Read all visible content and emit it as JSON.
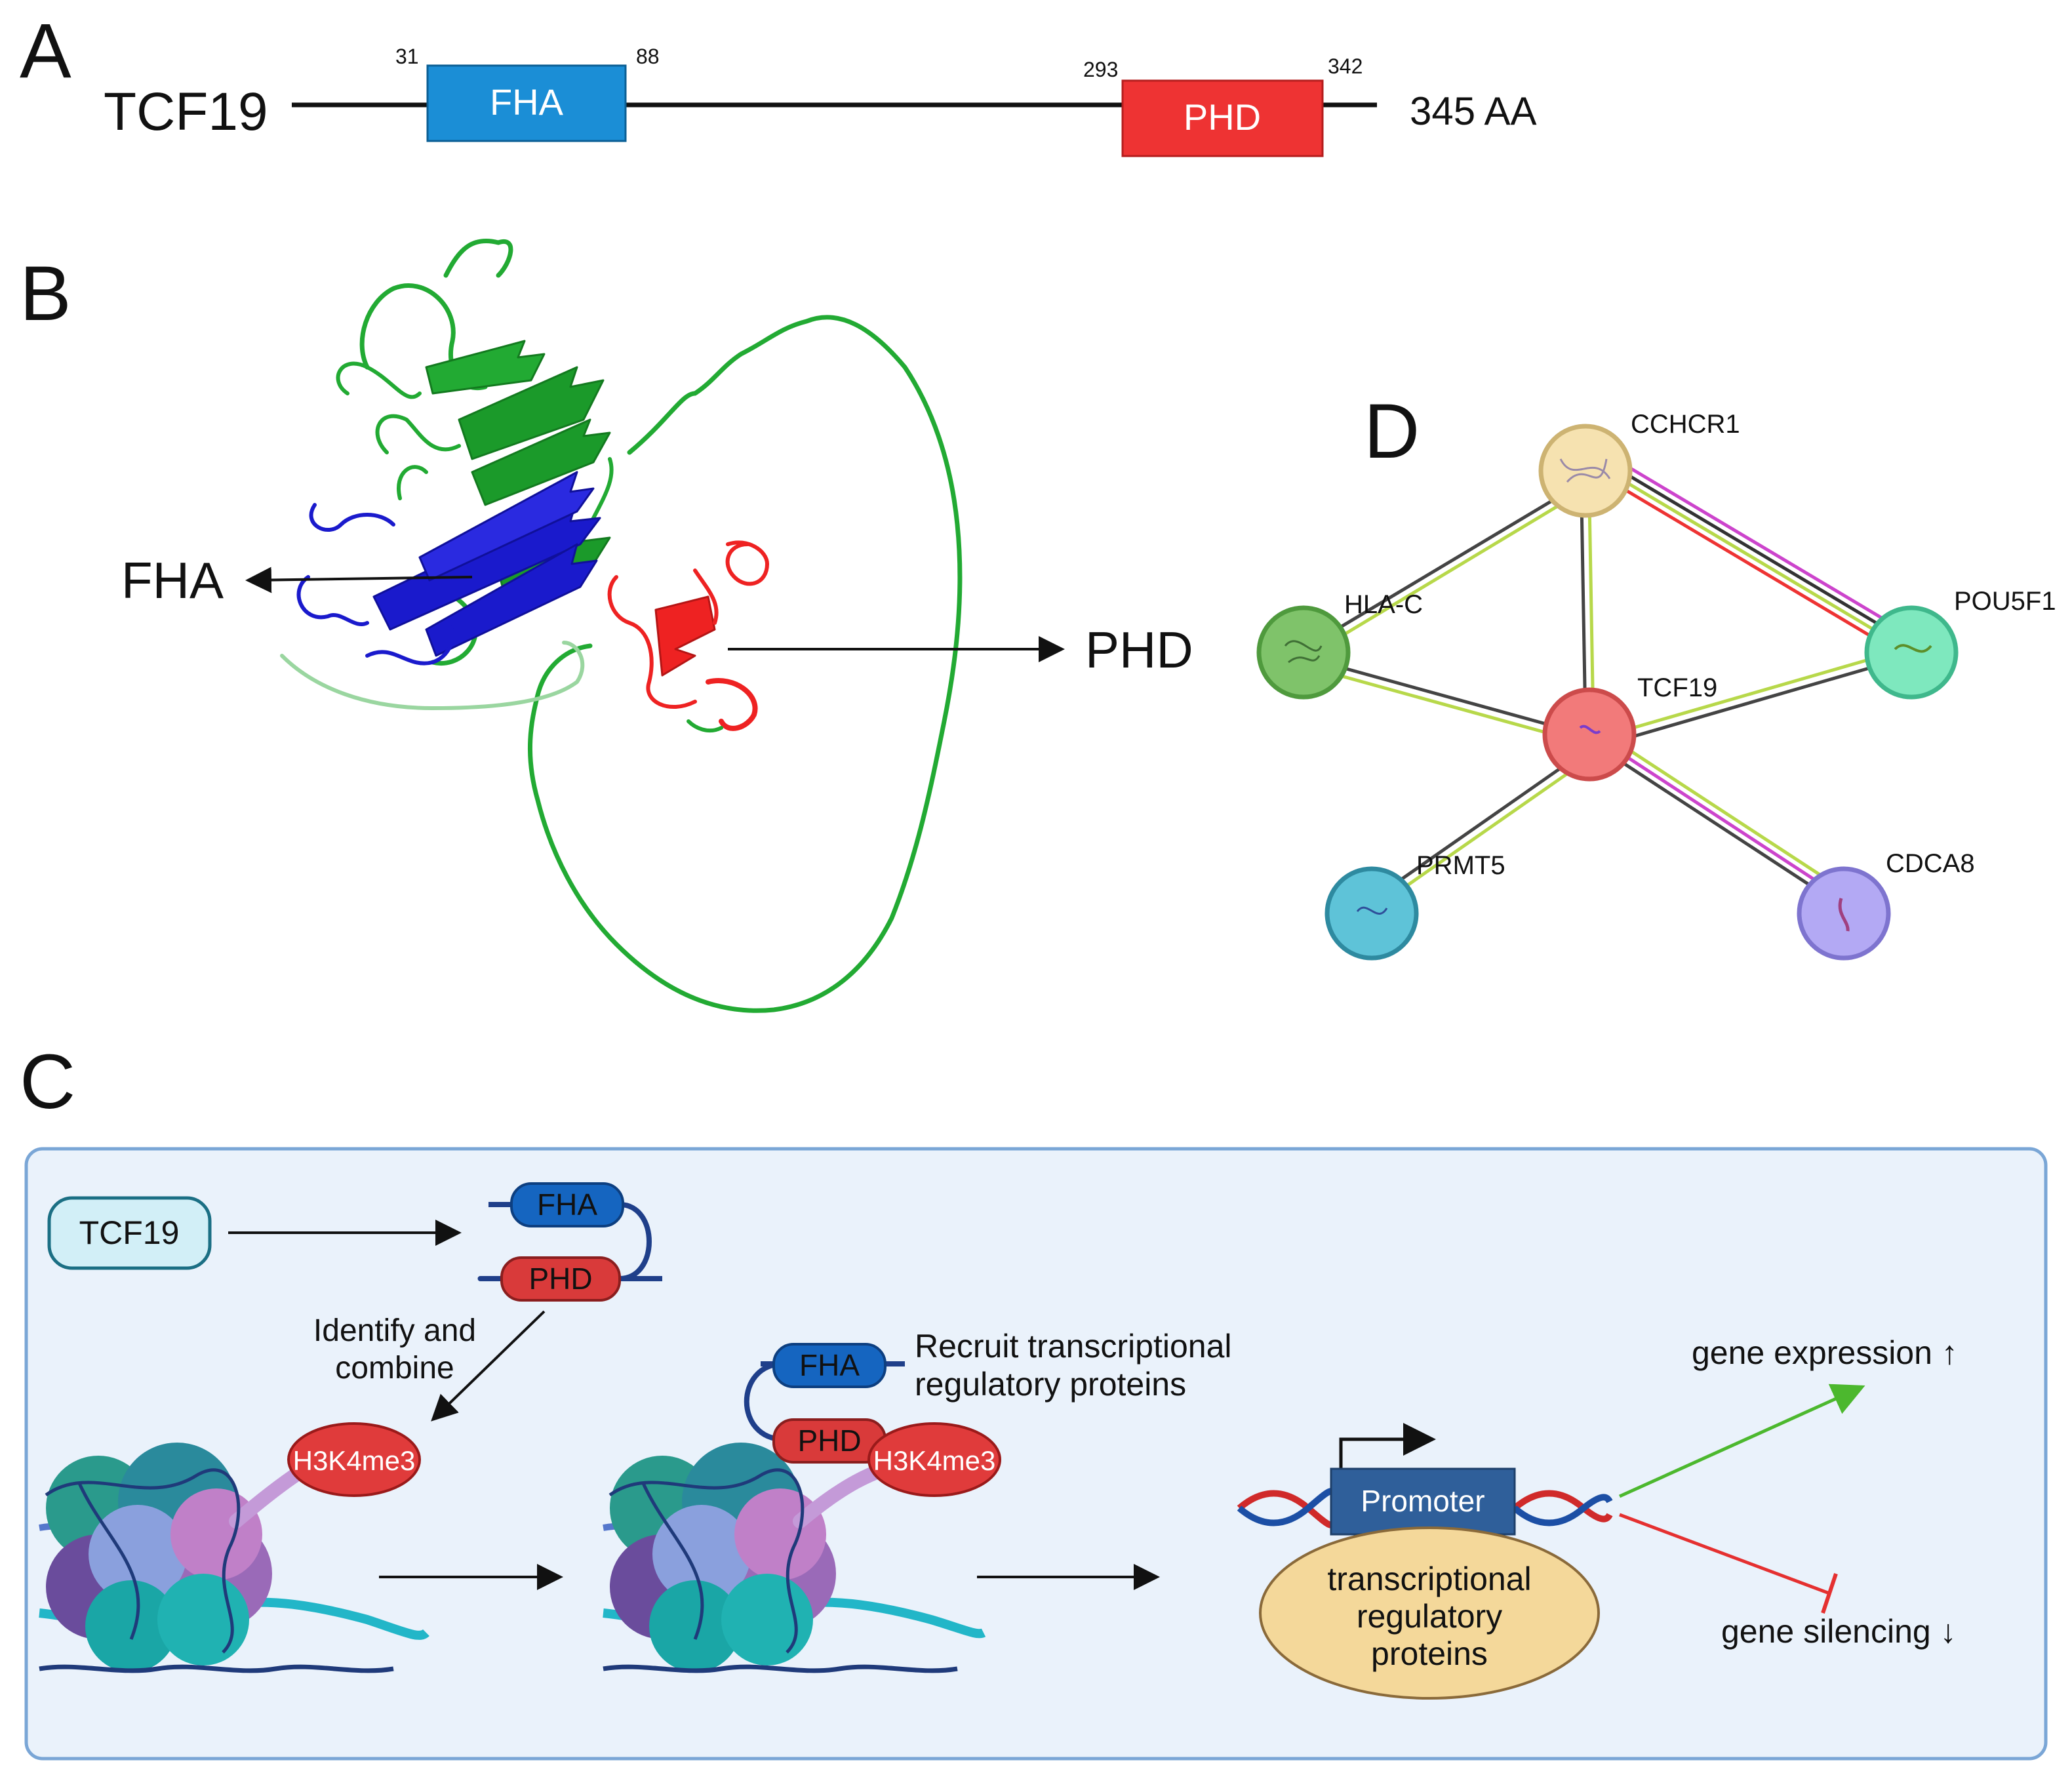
{
  "panel_a": {
    "letter": "A",
    "protein_name": "TCF19",
    "length_label": "345 AA",
    "domains": [
      {
        "name": "FHA",
        "start": "31",
        "end": "88",
        "color": "#1b8ed6"
      },
      {
        "name": "PHD",
        "start": "293",
        "end": "342",
        "color": "#ee3333"
      }
    ]
  },
  "panel_b": {
    "letter": "B",
    "fha_label": "FHA",
    "phd_label": "PHD",
    "colors": {
      "backbone": "#22aa33",
      "fha": "#1a1acc",
      "phd": "#ee2222"
    }
  },
  "panel_c": {
    "letter": "C",
    "tcf19_label": "TCF19",
    "fha_label": "FHA",
    "phd_label": "PHD",
    "identify_label_line1": "Identify and",
    "identify_label_line2": "combine",
    "h3k4me3_label": "H3K4me3",
    "recruit_line1": "Recruit transcriptional",
    "recruit_line2": "regulatory proteins",
    "promoter_label": "Promoter",
    "trp_line1": "transcriptional",
    "trp_line2": "regulatory",
    "trp_line3": "proteins",
    "gene_expression": "gene expression ↑",
    "gene_silencing": "gene silencing ↓",
    "colors": {
      "box_bg": "#eaf2fb",
      "box_border": "#7aa6d6",
      "fha": "#1565c0",
      "phd": "#d93a3a",
      "promoter": "#2f5f9a",
      "activation": "#4cb82e",
      "repression": "#e53030"
    }
  },
  "panel_d": {
    "letter": "D",
    "nodes": [
      {
        "name": "CCHCR1",
        "color": "#f6e2b0"
      },
      {
        "name": "HLA-C",
        "color": "#7fc36a"
      },
      {
        "name": "TCF19",
        "color": "#f27a7a"
      },
      {
        "name": "POU5F1",
        "color": "#7ee8be"
      },
      {
        "name": "PRMT5",
        "color": "#5ec3d8"
      },
      {
        "name": "CDCA8",
        "color": "#b3a9f4"
      }
    ]
  }
}
